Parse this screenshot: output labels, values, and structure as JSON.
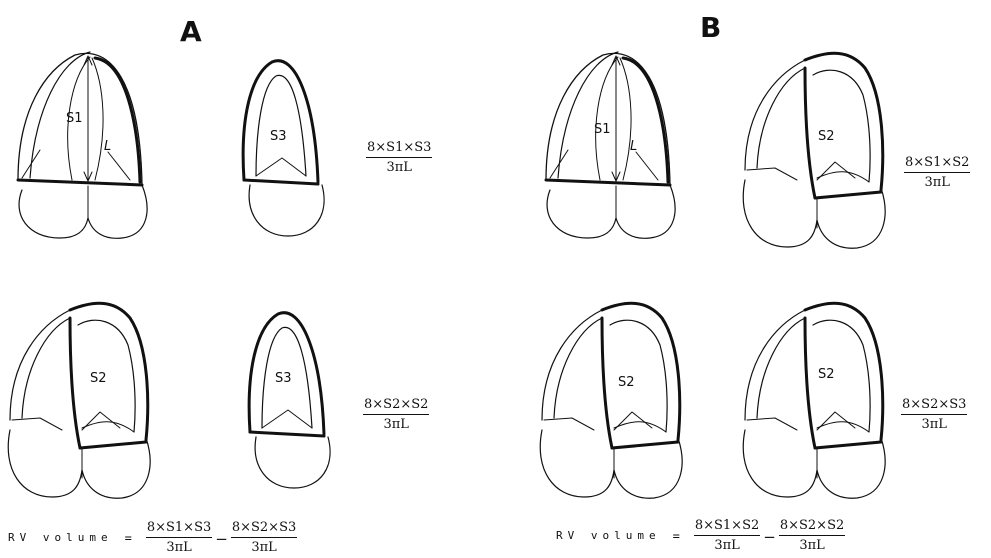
{
  "figure": {
    "panels": [
      {
        "label": "A",
        "formula_top": {
          "numerator": "8×S1×S3",
          "denominator": "3πL"
        },
        "formula_bottom": {
          "numerator": "8×S2×S2",
          "denominator": "3πL"
        },
        "rv_equation": {
          "label": "RV volume",
          "equals": "=",
          "term1": {
            "numerator": "8×S1×S3",
            "denominator": "3πL"
          },
          "operator": "−",
          "term2": {
            "numerator": "8×S2×S3",
            "denominator": "3πL"
          }
        }
      },
      {
        "label": "B",
        "formula_top": {
          "numerator": "8×S1×S2",
          "denominator": "3πL"
        },
        "formula_bottom": {
          "numerator": "8×S2×S3",
          "denominator": "3πL"
        },
        "rv_equation": {
          "label": "RV volume",
          "equals": "=",
          "term1": {
            "numerator": "8×S1×S2",
            "denominator": "3πL"
          },
          "operator": "−",
          "term2": {
            "numerator": "8×S2×S2",
            "denominator": "3πL"
          }
        }
      }
    ],
    "sketch_labels": {
      "s1": "S1",
      "s2": "S2",
      "s3": "S3",
      "l": "L"
    }
  }
}
